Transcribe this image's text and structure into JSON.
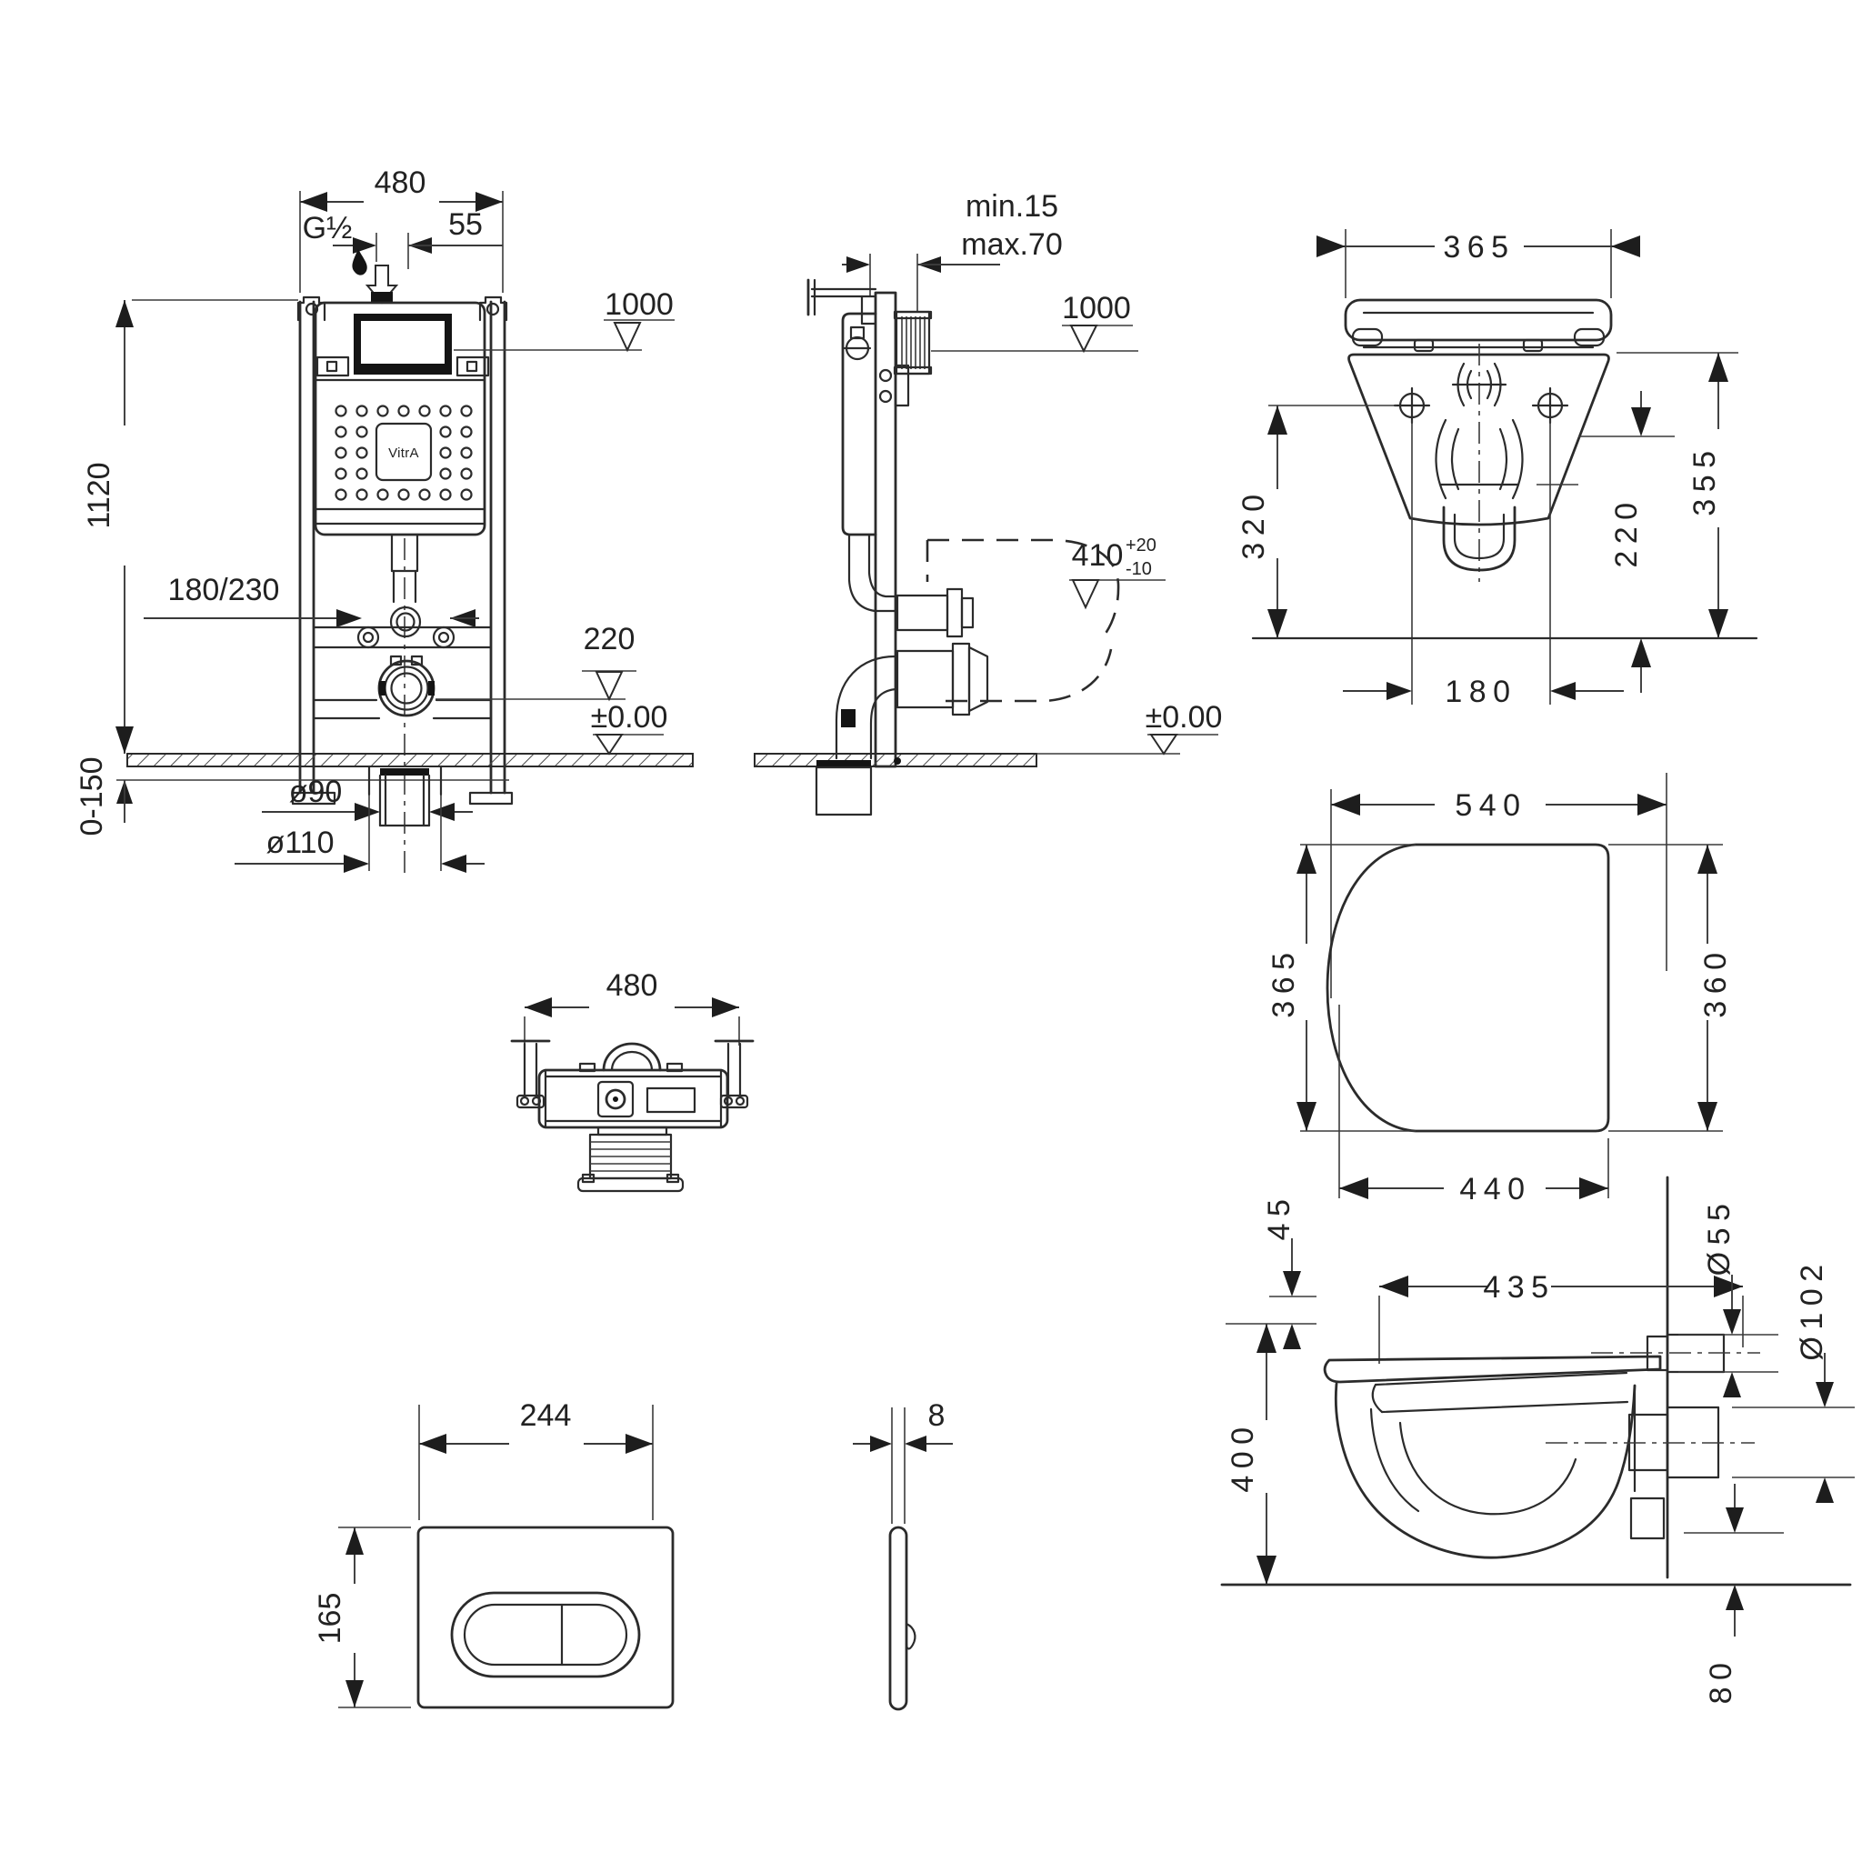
{
  "views": {
    "frame_front": {
      "width": "480",
      "inlet_thread": "G½",
      "inlet_offset": "55",
      "actuation_height": "1000",
      "height": "1120",
      "fixing_spacing": "180/230",
      "outlet_height": "220",
      "floor_level": "±0.00",
      "foot_adjust": "0-150",
      "drain_inner": "ø90",
      "drain_outer": "ø110",
      "logo": "VitrA"
    },
    "frame_side": {
      "wall_min": "min.15",
      "wall_max": "max.70",
      "actuation_height": "1000",
      "rim_height": "410",
      "rim_tol_plus": "+20",
      "rim_tol_minus": "-10",
      "floor_level": "±0.00"
    },
    "bowl_rear": {
      "width": "365",
      "hole_height": "320",
      "outlet_height": "220",
      "body_height": "355",
      "hole_spacing": "180"
    },
    "bowl_top": {
      "depth": "540",
      "front_width": "365",
      "rear_width": "360",
      "seat_depth": "440"
    },
    "bowl_side": {
      "seat_offset": "45",
      "depth": "435",
      "inlet_diameter": "Ø55",
      "outlet_diameter": "Ø102",
      "rim_height": "400",
      "outlet_offset": "80"
    },
    "frame_top": {
      "width": "480"
    },
    "flush_plate": {
      "width": "244",
      "height": "165",
      "thickness": "8"
    }
  }
}
